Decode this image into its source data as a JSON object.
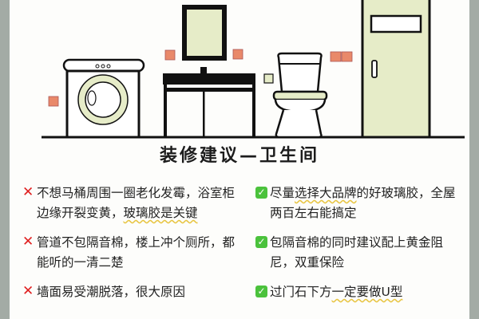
{
  "title": "装修建议—卫生间",
  "colors": {
    "background": "#fdfdfb",
    "side_strip": "#a3aba5",
    "accent_fill": "#e6ecc8",
    "tile": "#e9896a",
    "line": "#111111",
    "cross": "#e02020",
    "check": "#4bc23c",
    "wavy_underline": "#e8c542"
  },
  "illustration": {
    "items": [
      "washing-machine",
      "vanity-cabinet",
      "mirror",
      "toilet",
      "door",
      "wall-tiles"
    ]
  },
  "left_column": {
    "icon": "cross-mark-icon",
    "tips": [
      {
        "text_a": "不想马桶周围一圈老化发霉，浴室柜边缘开裂变黄，",
        "text_hl": "玻璃胶是关键",
        "text_b": ""
      },
      {
        "text_a": "管道不包隔音棉，楼上冲个厕所，都能听的一清二楚",
        "text_hl": "",
        "text_b": ""
      },
      {
        "text_a": "墙面易受潮脱落，很大原因",
        "text_hl": "",
        "text_b": ""
      }
    ]
  },
  "right_column": {
    "icon": "check-mark-icon",
    "tips": [
      {
        "text_a": "尽量",
        "text_hl": "选择大品牌",
        "text_b": "的好玻璃胶，全屋两百左右能搞定"
      },
      {
        "text_a": "包隔音棉的同时建议配上黄金阻尼，双重保险",
        "text_hl": "",
        "text_b": ""
      },
      {
        "text_a": "过门石下方",
        "text_hl": "一定要做U型",
        "text_b": ""
      }
    ]
  }
}
